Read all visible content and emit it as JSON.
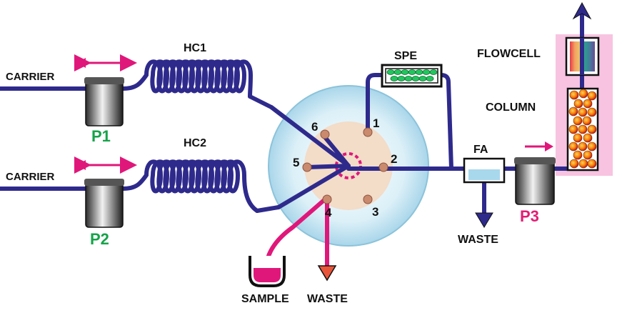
{
  "labels": {
    "carrier_top": "CARRIER",
    "carrier_bottom": "CARRIER",
    "hc1": "HC1",
    "hc2": "HC2",
    "spe": "SPE",
    "flowcell": "FLOWCELL",
    "column": "COLUMN",
    "fa": "FA",
    "waste_fa": "WASTE",
    "sample": "SAMPLE",
    "waste_valve": "WASTE",
    "p1": "P1",
    "p2": "P2",
    "p3": "P3"
  },
  "valve_ports": [
    "1",
    "2",
    "3",
    "4",
    "5",
    "6"
  ],
  "colors": {
    "tubing": "#2e2a8c",
    "sample_line": "#e0177a",
    "pump_label_green": "#16a34a",
    "pump_label_pink": "#e11d74",
    "column_bg": "#f7c3e0",
    "spe_beads": "#22c55e",
    "valve_outer": "#cfeaf5",
    "valve_inner": "#f3dcc8"
  }
}
